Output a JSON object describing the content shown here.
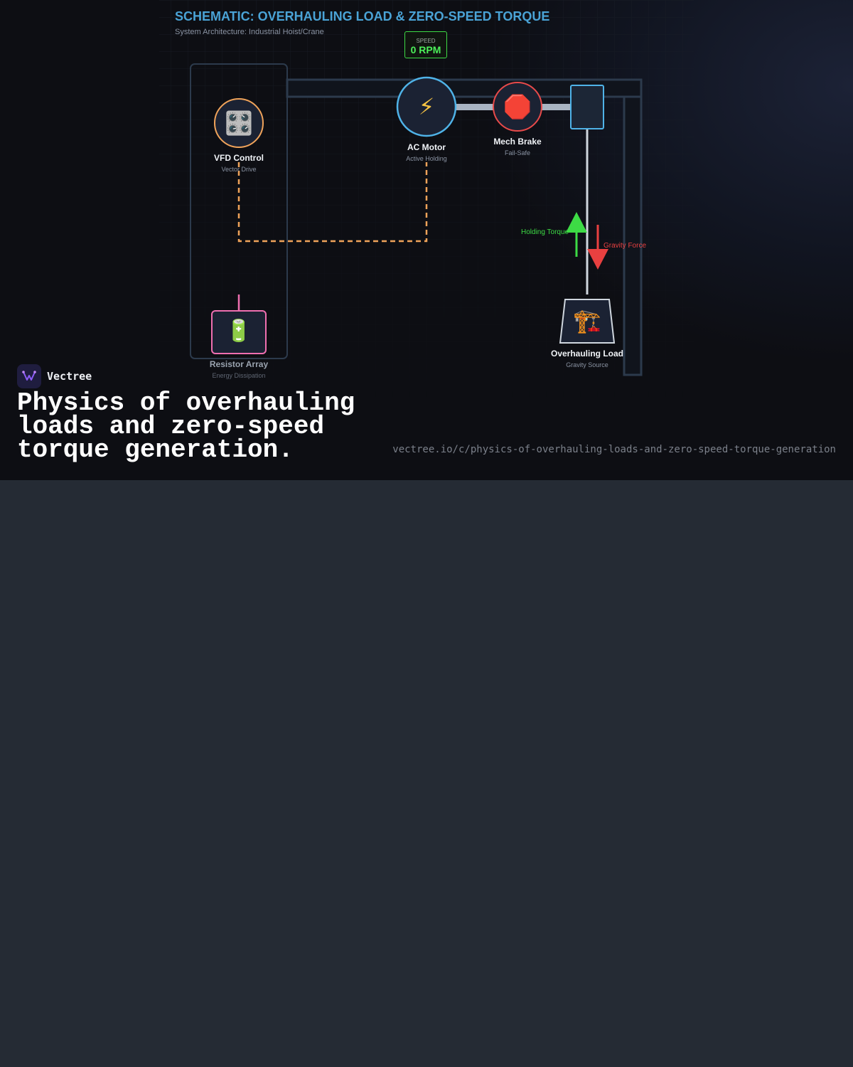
{
  "diagram": {
    "title": "SCHEMATIC: OVERHAULING LOAD & ZERO-SPEED TORQUE",
    "subtitle": "System Architecture: Industrial Hoist/Crane",
    "speed": {
      "label": "SPEED",
      "value": "0 RPM"
    },
    "nodes": {
      "vfd": {
        "label": "VFD Control",
        "sub": "Vector Drive",
        "icon": "control-knobs-icon",
        "glyph": "🎛️"
      },
      "motor": {
        "label": "AC Motor",
        "sub": "Active Holding",
        "icon": "lightning-icon",
        "glyph": "⚡"
      },
      "brake": {
        "label": "Mech Brake",
        "sub": "Fail-Safe",
        "icon": "stop-sign-icon",
        "glyph": "🛑"
      },
      "resistor": {
        "label": "Resistor Array",
        "sub": "Energy Dissipation",
        "icon": "battery-icon",
        "glyph": "🔋"
      },
      "load": {
        "label": "Overhauling Load",
        "sub": "Gravity Source",
        "icon": "crane-icon",
        "glyph": "🏗️"
      }
    },
    "forces": {
      "holding": {
        "label": "Holding Torque",
        "color": "#3ddb45"
      },
      "gravity": {
        "label": "Gravity Force",
        "color": "#e84040"
      }
    },
    "colors": {
      "title": "#4aa3d6",
      "vfd_ring": "#f0a35a",
      "motor_ring": "#4fb3e8",
      "brake_ring": "#e84a4a",
      "resistor_ring": "#ef6fb0",
      "signal_line": "#f0a35a"
    }
  },
  "brand": {
    "name": "Vectree",
    "logo_icon": "vectree-logo-icon"
  },
  "headline": "Physics of overhauling loads and zero-speed torque generation.",
  "url": "vectree.io/c/physics-of-overhauling-loads-and-zero-speed-torque-generation"
}
